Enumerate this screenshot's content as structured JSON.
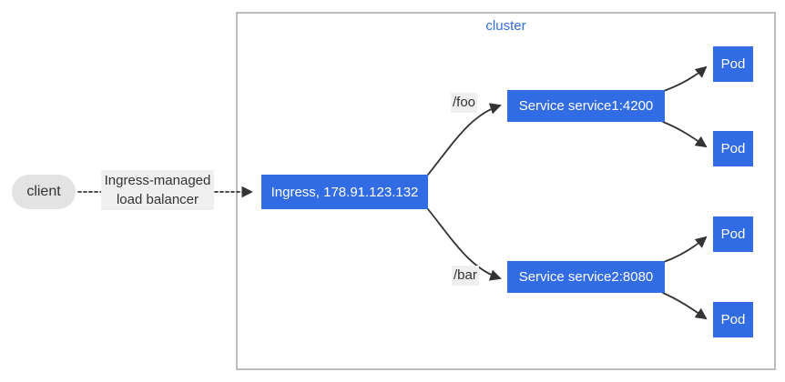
{
  "diagram": {
    "cluster_label": "cluster",
    "client_label": "client",
    "load_balancer_label_line1": "Ingress-managed",
    "load_balancer_label_line2": "load balancer",
    "ingress_label": "Ingress, 178.91.123.132",
    "route_foo_label": "/foo",
    "route_bar_label": "/bar",
    "service1_label": "Service service1:4200",
    "service2_label": "Service service2:8080",
    "pod_labels": [
      "Pod",
      "Pod",
      "Pod",
      "Pod"
    ],
    "colors": {
      "node_blue": "#326ce5",
      "node_text": "#ffffff",
      "cluster_border": "#bcbcbc",
      "cluster_label_color": "#326ce5",
      "client_fill": "#e3e3e3",
      "edge_label_bg": "#efefef",
      "text_dark": "#333333",
      "arrow": "#333333",
      "canvas_bg": "#ffffff"
    }
  }
}
